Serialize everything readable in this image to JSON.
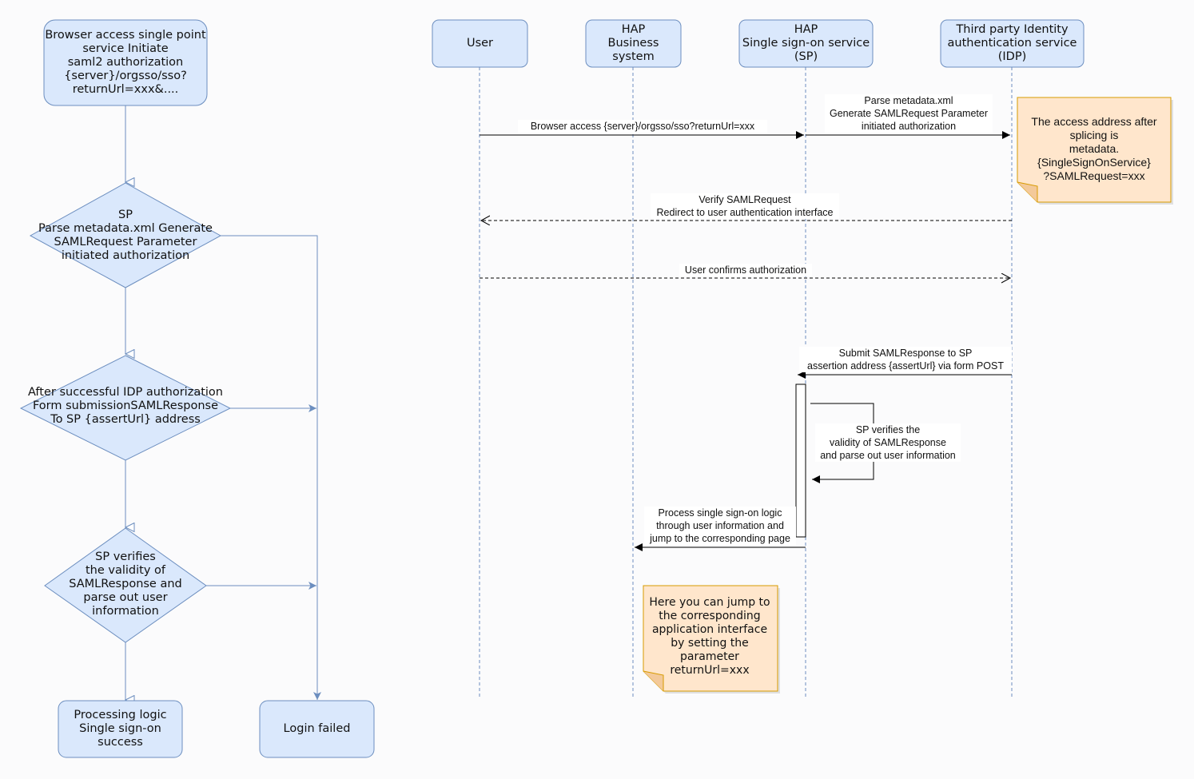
{
  "flowchart": {
    "start": "Browser access single point\nservice Initiate\nsaml2 authorization\n{server}/orgsso/sso?\nreturnUrl=xxx&....",
    "decision_1": "SP\nParse metadata.xml Generate\nSAMLRequest Parameter\ninitiated authorization",
    "decision_2": "After successful IDP authorization\nForm submissionSAMLResponse\nTo SP {assertUrl} address",
    "decision_3": "SP verifies\nthe validity of\nSAMLResponse and\nparse out user\ninformation",
    "success": "Processing logic\nSingle sign-on\nsuccess",
    "failed": "Login failed"
  },
  "sequence": {
    "participants": [
      "User",
      "HAP\nBusiness\nsystem",
      "HAP\nSingle sign-on service\n(SP)",
      "Third party Identity\nauthentication service\n(IDP)"
    ],
    "messages": {
      "browser_access": "Browser access  {server}/orgsso/sso?returnUrl=xxx",
      "parse_metadata": "Parse metadata.xml\nGenerate SAMLRequest Parameter\ninitiated authorization",
      "verify_request": "Verify SAMLRequest\nRedirect to user authentication interface",
      "user_confirms": "User confirms authorization",
      "submit_response": "Submit SAMLResponse to SP\nassertion address {assertUrl} via form POST",
      "sp_verifies": "SP verifies the\nvalidity of SAMLResponse\nand parse out user information",
      "process_logic": "Process single sign-on logic\nthrough user information and\njump to the corresponding page"
    },
    "notes": {
      "idp_note": "The access address after\nsplicing is\nmetadata.\n{SingleSignOnService}\n?SAMLRequest=xxx",
      "business_note": "Here you can jump to\nthe corresponding\napplication interface\nby setting the\nparameter\nreturnUrl=xxx"
    }
  },
  "colors": {
    "node_fill": "#dae8fc",
    "node_stroke": "#6c8ebf",
    "flow_edge": "#6c8ebf",
    "note_fill": "#ffe6cc",
    "note_stroke": "#d79b00",
    "lifeline": "#6c8ebf"
  }
}
